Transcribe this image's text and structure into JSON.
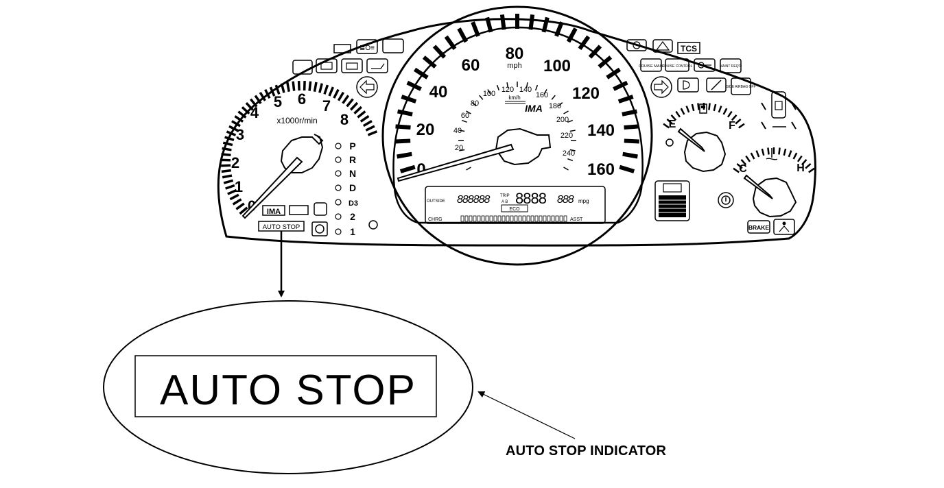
{
  "tach": {
    "numbers": [
      "0",
      "1",
      "2",
      "3",
      "4",
      "5",
      "6",
      "7",
      "8"
    ],
    "unit": "x1000r/min"
  },
  "speedo": {
    "mph_numbers": [
      "0",
      "20",
      "40",
      "60",
      "80",
      "100",
      "120",
      "140",
      "160"
    ],
    "mph_unit": "mph",
    "kmh_numbers": [
      "20",
      "40",
      "60",
      "80",
      "100",
      "120",
      "140",
      "160",
      "180",
      "200",
      "220",
      "240"
    ],
    "kmh_unit": "km/h",
    "logo": "IMA"
  },
  "display": {
    "outside_label": "OUTSIDE",
    "outside_value": "888888",
    "trip_label_1": "TRIP",
    "trip_label_2": "A B",
    "trip_value": "8888",
    "mpg_value": "888",
    "mpg_unit": "mpg",
    "eco_label": "ECO",
    "charge_label": "CHRG",
    "assist_label": "ASST"
  },
  "gear": {
    "labels": [
      "P",
      "R",
      "N",
      "D",
      "D3",
      "2",
      "1"
    ]
  },
  "fuel": {
    "empty_label": "E",
    "full_label": "F"
  },
  "temp": {
    "cold_label": "C",
    "hot_label": "H"
  },
  "warning": {
    "tcs_label": "TCS",
    "cruise_main_label": "CRUISE MAIN",
    "cruise_control_label": "CRUISE CONTROL",
    "maint_label": "MAINT REQ'D",
    "side_airbag_label": "SIDE AIRBAG OFF",
    "brake_label": "BRAKE",
    "ima_label": "IMA"
  },
  "indicator": {
    "small_label": "AUTO STOP",
    "large_label": "AUTO STOP"
  },
  "callout": {
    "label": "AUTO STOP INDICATOR"
  }
}
